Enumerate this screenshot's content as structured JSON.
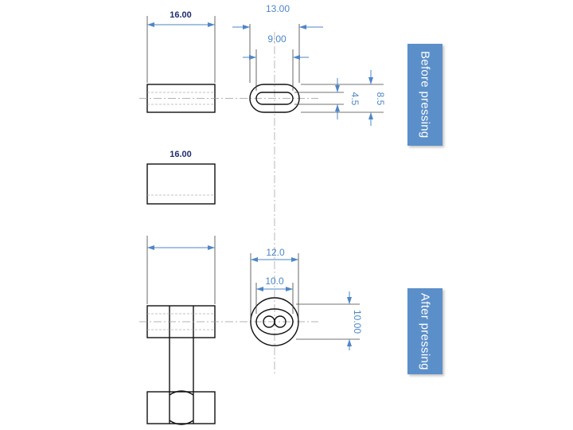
{
  "labels": {
    "before_pressing": "Before pressing",
    "after_pressing": "After pressing"
  },
  "dimensions": {
    "before_side_length": "16.00",
    "before_front_length": "16.00",
    "before_outer_width": "13.00",
    "before_inner_width": "9.00",
    "before_outer_height": "8.5",
    "before_inner_height": "4.5",
    "after_outer_width": "12.0",
    "after_inner_width": "10.0",
    "after_height": "10.00"
  },
  "colors": {
    "dimension_line": "#4f86c6",
    "banner": "#5b8fc9",
    "length_text": "#1f2d6e",
    "outline": "#111111"
  }
}
